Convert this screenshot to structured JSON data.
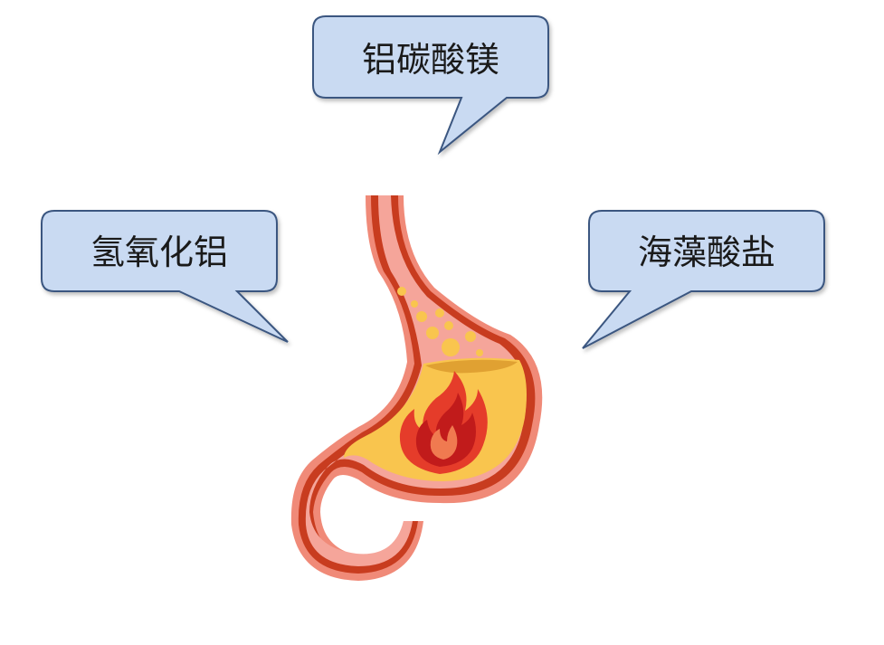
{
  "callouts": {
    "top": "铝碳酸镁",
    "left": "氢氧化铝",
    "right": "海藻酸盐"
  },
  "colors": {
    "callout_fill": "#c9daf2",
    "callout_stroke": "#3a5680",
    "stomach_outer": "#f08a78",
    "stomach_wall": "#c83c1f",
    "stomach_acid": "#f9c54e",
    "flame_outer": "#e53c2a",
    "flame_inner": "#c11b1b"
  },
  "icons": {
    "stomach": "stomach-icon",
    "fire": "fire-icon"
  }
}
